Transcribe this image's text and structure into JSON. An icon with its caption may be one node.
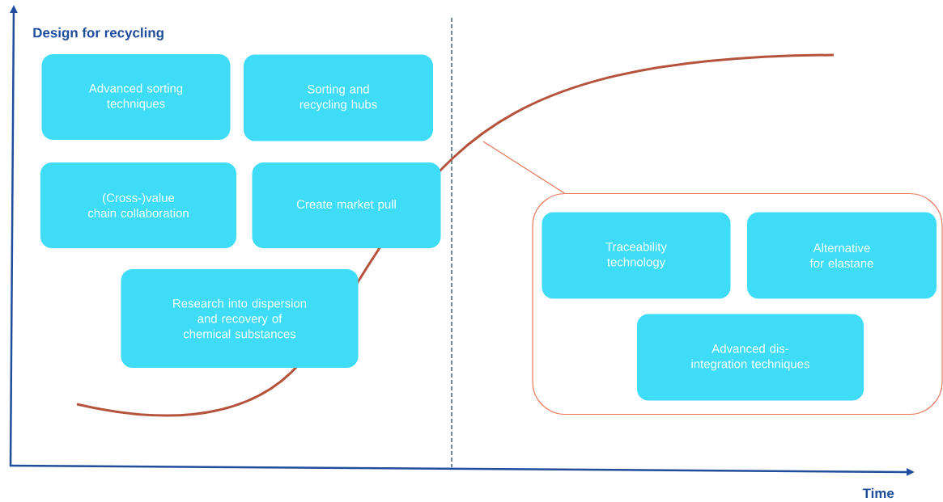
{
  "diagram": {
    "nodes": [
      {
        "text": [
          "Advanced sorting techniques"
        ]
      },
      {
        "text": [
          "Sorting and recycling hubs"
        ]
      },
      {
        "text": [
          "(Cross-)value chain collaboration"
        ]
      },
      {
        "text": [
          "Create market pull"
        ]
      },
      {
        "text": [
          "Research into dispersion and recovery of chemical substances"
        ]
      },
      {
        "text": [],
        "shape": "box"
      },
      {
        "text": [
          "Traceability technology"
        ],
        "in": 5
      },
      {
        "text": [
          "Alternative for elastane"
        ],
        "in": 5
      },
      {
        "text": [
          "Advanced dis-integration techniques"
        ],
        "in": 5
      }
    ],
    "edges": [
      {
        "from": null,
        "to": 5,
        "arrow": "none"
      }
    ],
    "labels": [
      "Design for recycling",
      "Time"
    ]
  }
}
